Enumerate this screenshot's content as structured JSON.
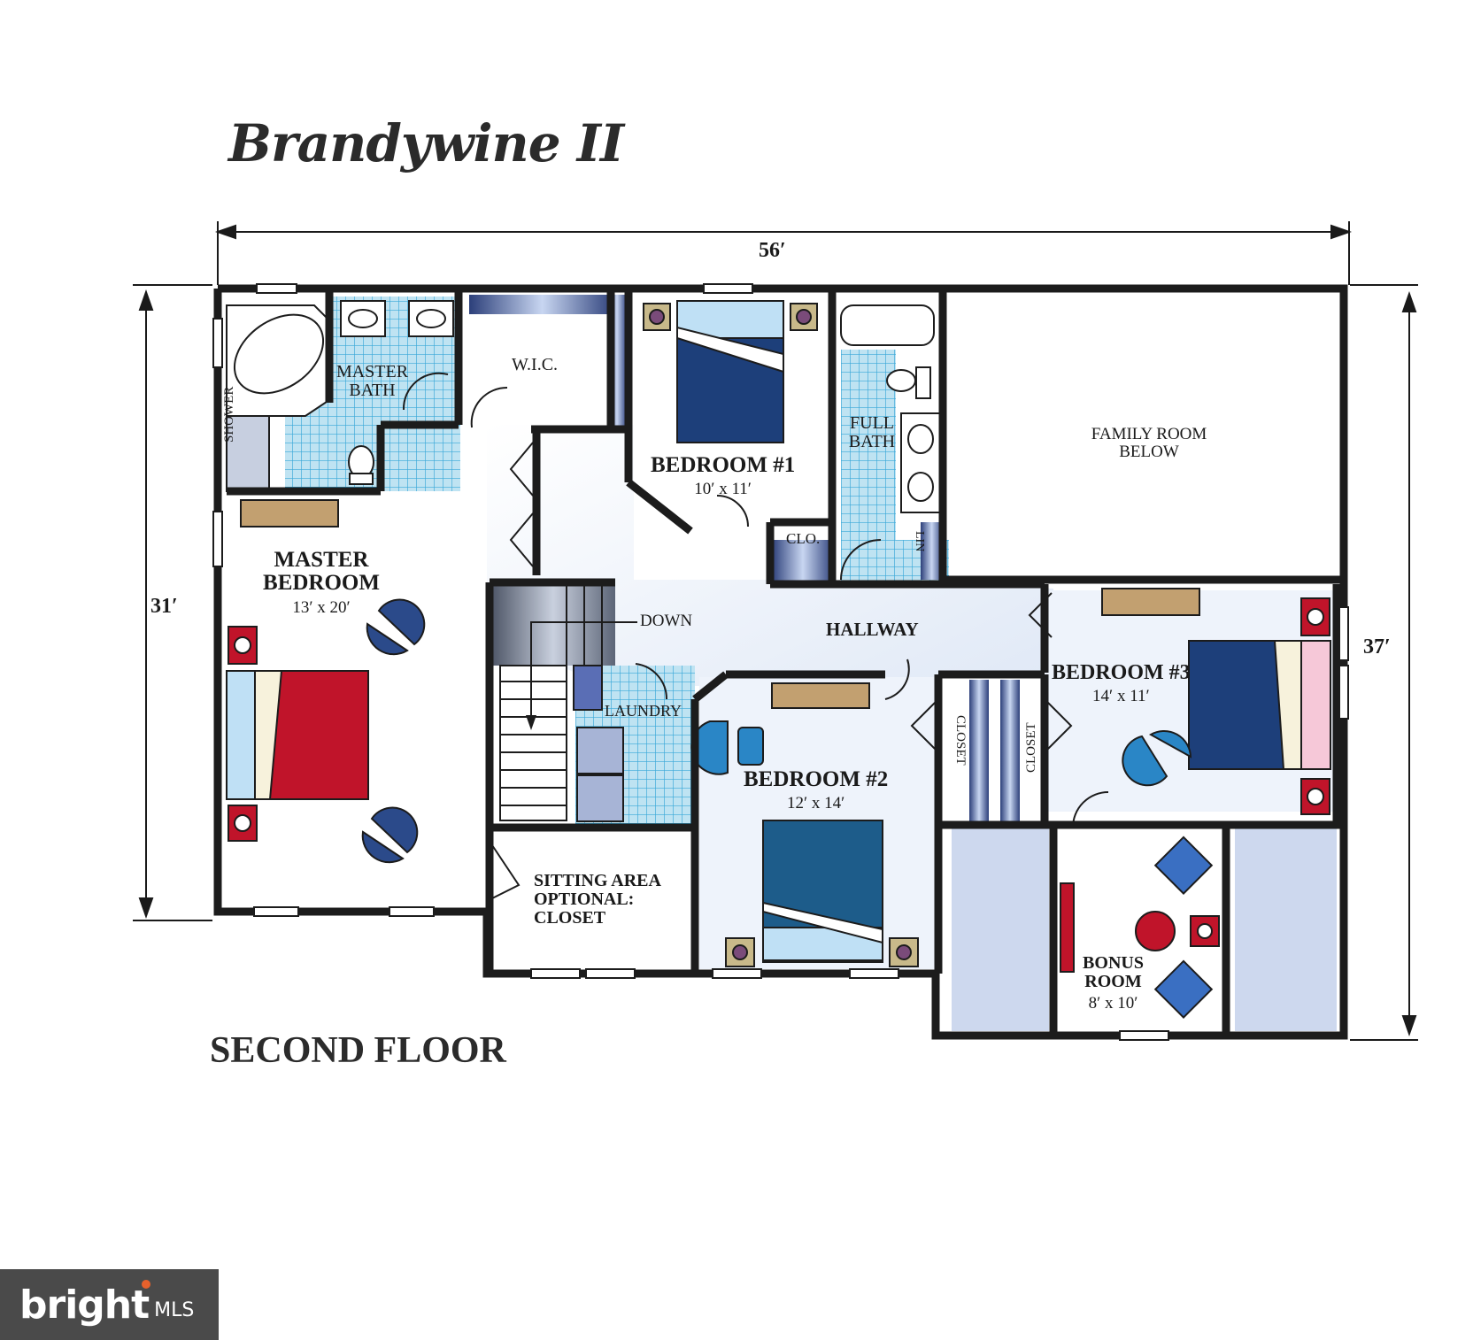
{
  "title": "Brandywine II",
  "floor_label": "SECOND FLOOR",
  "dimensions": {
    "width": "56′",
    "left_depth": "31′",
    "right_depth": "37′"
  },
  "rooms": {
    "master_bath": "MASTER BATH",
    "shower": "SHOWER",
    "wic": "W.I.C.",
    "bedroom1_name": "BEDROOM #1",
    "bedroom1_size": "10′ x 11′",
    "full_bath": "FULL BATH",
    "family_room": "FAMILY ROOM BELOW",
    "clo": "CLO.",
    "lin": "LIN",
    "master_bedroom_name": "MASTER BEDROOM",
    "master_bedroom_size": "13′ x 20′",
    "down": "DOWN",
    "hallway": "HALLWAY",
    "laundry": "LAUNDRY",
    "bedroom3_name": "BEDROOM #3",
    "bedroom3_size": "14′ x 11′",
    "closet_left": "CLOSET",
    "closet_right": "CLOSET",
    "bedroom2_name": "BEDROOM #2",
    "bedroom2_size": "12′ x 14′",
    "sitting_area": "SITTING AREA OPTIONAL: CLOSET",
    "bonus_room_name": "BONUS ROOM",
    "bonus_room_size": "8′ x 10′"
  },
  "logo": {
    "word": "bright",
    "suffix": "MLS"
  },
  "colors": {
    "wall": "#1c1c1c",
    "tile": "#bfe3f2",
    "tile_line": "#39a8d8",
    "bed_blue": "#1d3f7a",
    "bed_red": "#c0142a",
    "room_fill": "#f3f6fb",
    "stair": "#6b7485",
    "closet_fill": "#cdd8ee"
  }
}
